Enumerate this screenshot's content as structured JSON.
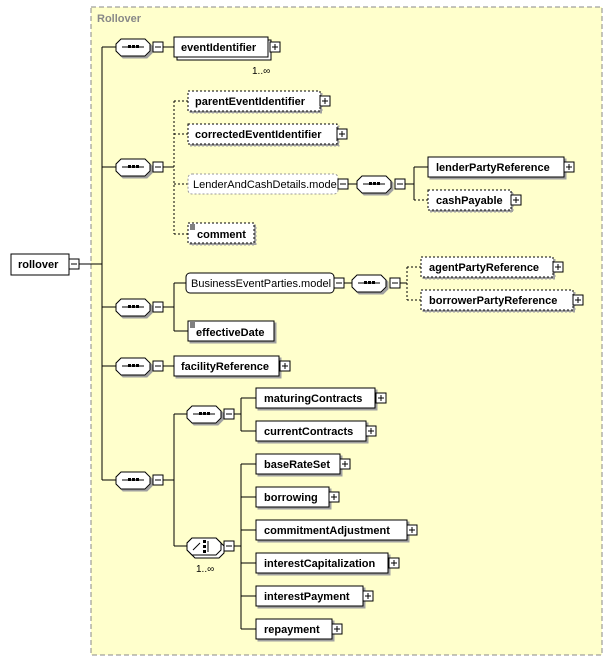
{
  "type_name": "Rollover",
  "root": {
    "label": "rollover"
  },
  "nodes": {
    "eventIdentifier": "eventIdentifier",
    "eventIdentifier_card": "1..∞",
    "parentEventIdentifier": "parentEventIdentifier",
    "correctedEventIdentifier": "correctedEventIdentifier",
    "lenderAndCashDetails": "LenderAndCashDetails.model",
    "lenderPartyReference": "lenderPartyReference",
    "cashPayable": "cashPayable",
    "comment": "comment",
    "businessEventParties": "BusinessEventParties.model",
    "agentPartyReference": "agentPartyReference",
    "borrowerPartyReference": "borrowerPartyReference",
    "effectiveDate": "effectiveDate",
    "facilityReference": "facilityReference",
    "maturingContracts": "maturingContracts",
    "currentContracts": "currentContracts",
    "baseRateSet": "baseRateSet",
    "borrowing": "borrowing",
    "commitmentAdjustment": "commitmentAdjustment",
    "interestCapitalization": "interestCapitalization",
    "interestPayment": "interestPayment",
    "repayment": "repayment",
    "choice_card": "1..∞"
  },
  "colors": {
    "type_bg": "#ffffcc",
    "box_bg": "#ffffff",
    "stroke": "#000000",
    "dashed": "#999999"
  }
}
